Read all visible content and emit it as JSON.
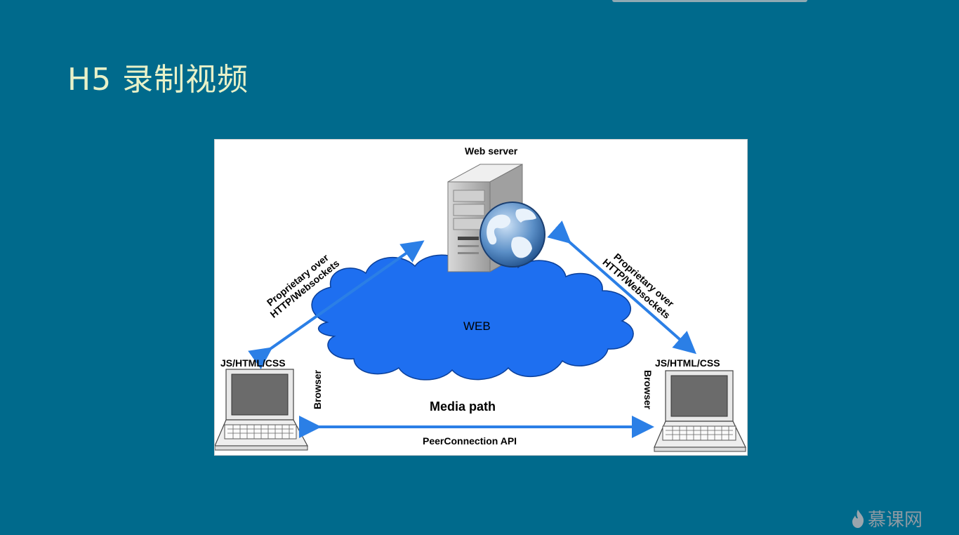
{
  "slide": {
    "title": "H5 录制视频"
  },
  "diagram": {
    "web_server_label": "Web server",
    "cloud_label": "WEB",
    "left_link_label_line1": "Proprietary over",
    "left_link_label_line2": "HTTP/Websockets",
    "right_link_label_line1": "Proprietary over",
    "right_link_label_line2": "HTTP/Websockets",
    "left_client_label": "JS/HTML/CSS",
    "right_client_label": "JS/HTML/CSS",
    "left_browser_label": "Browser",
    "right_browser_label": "Browser",
    "media_path_label": "Media path",
    "peer_api_label": "PeerConnection API",
    "colors": {
      "arrow": "#2b7fe6",
      "cloud": "#1e6ff0",
      "background": "#006a8c"
    }
  },
  "watermark": {
    "text": "慕课网",
    "icon": "flame-icon"
  }
}
